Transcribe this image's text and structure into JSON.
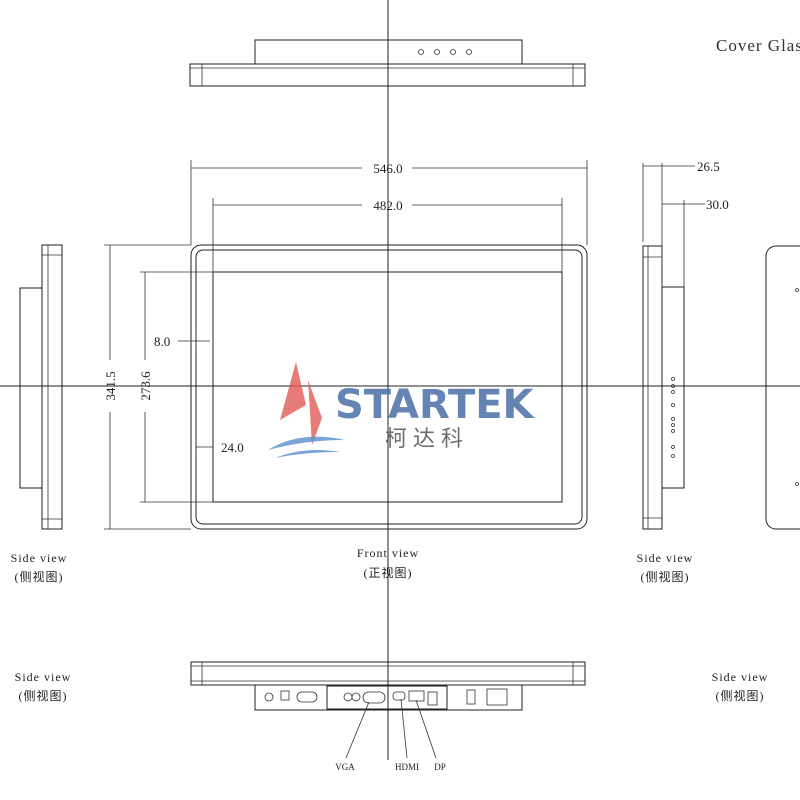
{
  "title": "Cover Glass",
  "dimensions": {
    "overall_width": "546.0",
    "display_width": "482.0",
    "overall_height": "341.5",
    "display_height": "273.6",
    "side_bezel": "8.0",
    "inner_offset": "24.0",
    "depth_front": "26.5",
    "depth_total": "30.0"
  },
  "views": {
    "front": {
      "label": "Front view",
      "label_cn": "(正视图)"
    },
    "side_left": {
      "label": "Side view",
      "label_cn": "(侧视图)"
    },
    "side_right": {
      "label": "Side view",
      "label_cn": "(侧视图)"
    },
    "bottom_left": {
      "label": "Side view",
      "label_cn": "(侧视图)"
    },
    "bottom_right": {
      "label": "Side view",
      "label_cn": "(侧视图)"
    }
  },
  "ports": [
    "VGA",
    "HDMI",
    "DP"
  ],
  "logo": {
    "name": "STARTEK",
    "name_cn": "柯达科",
    "colors": {
      "sail": "#e05a55",
      "text": "#4a6fa8",
      "wave": "#5a8fd0"
    }
  }
}
